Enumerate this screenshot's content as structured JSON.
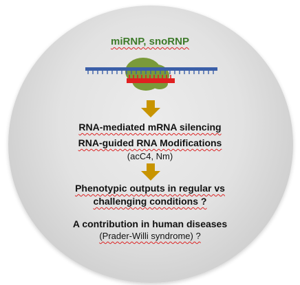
{
  "title": "miRNP, snoRNP",
  "line1": "RNA-mediated mRNA silencing",
  "line2": "RNA-guided RNA Modifications",
  "line3": "(acC4, Nm)",
  "line4": "Phenotypic outputs in regular vs",
  "line5": "challenging conditions ?",
  "line6": "A contribution in human diseases",
  "line7": "(Prader-Willi syndrome) ?",
  "colors": {
    "title": "#3d7a2a",
    "mrna_strand": "#3b5fa8",
    "guide_rna": "#e02020",
    "protein_blob": "#7a9a3a",
    "arrow": "#c89400"
  }
}
